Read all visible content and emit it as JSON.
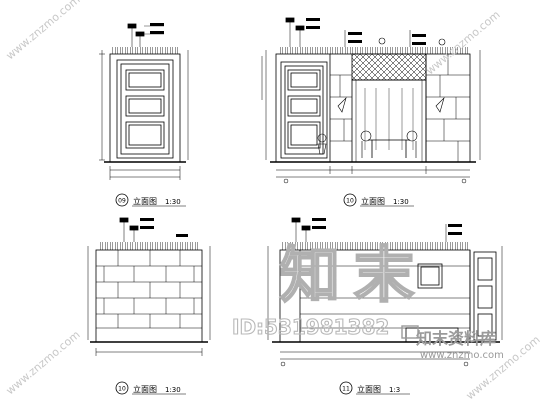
{
  "drawings": [
    {
      "number": "09",
      "title": "立面图",
      "scale": "1:30"
    },
    {
      "number": "10",
      "title": "立面图",
      "scale": "1:30"
    },
    {
      "number": "10",
      "title": "立面图",
      "scale": "1:30"
    },
    {
      "number": "11",
      "title": "立面图",
      "scale": "1:3"
    }
  ],
  "watermarks": {
    "big_text": "知末",
    "id_text": "ID:531981382",
    "brand": "知末资料库",
    "url": "www.znzmo.com",
    "diag": "www.znzmo.com"
  },
  "colors": {
    "line": "#000000",
    "watermark": "#bdbdbd",
    "watermark_dark": "#9a9a9a"
  }
}
